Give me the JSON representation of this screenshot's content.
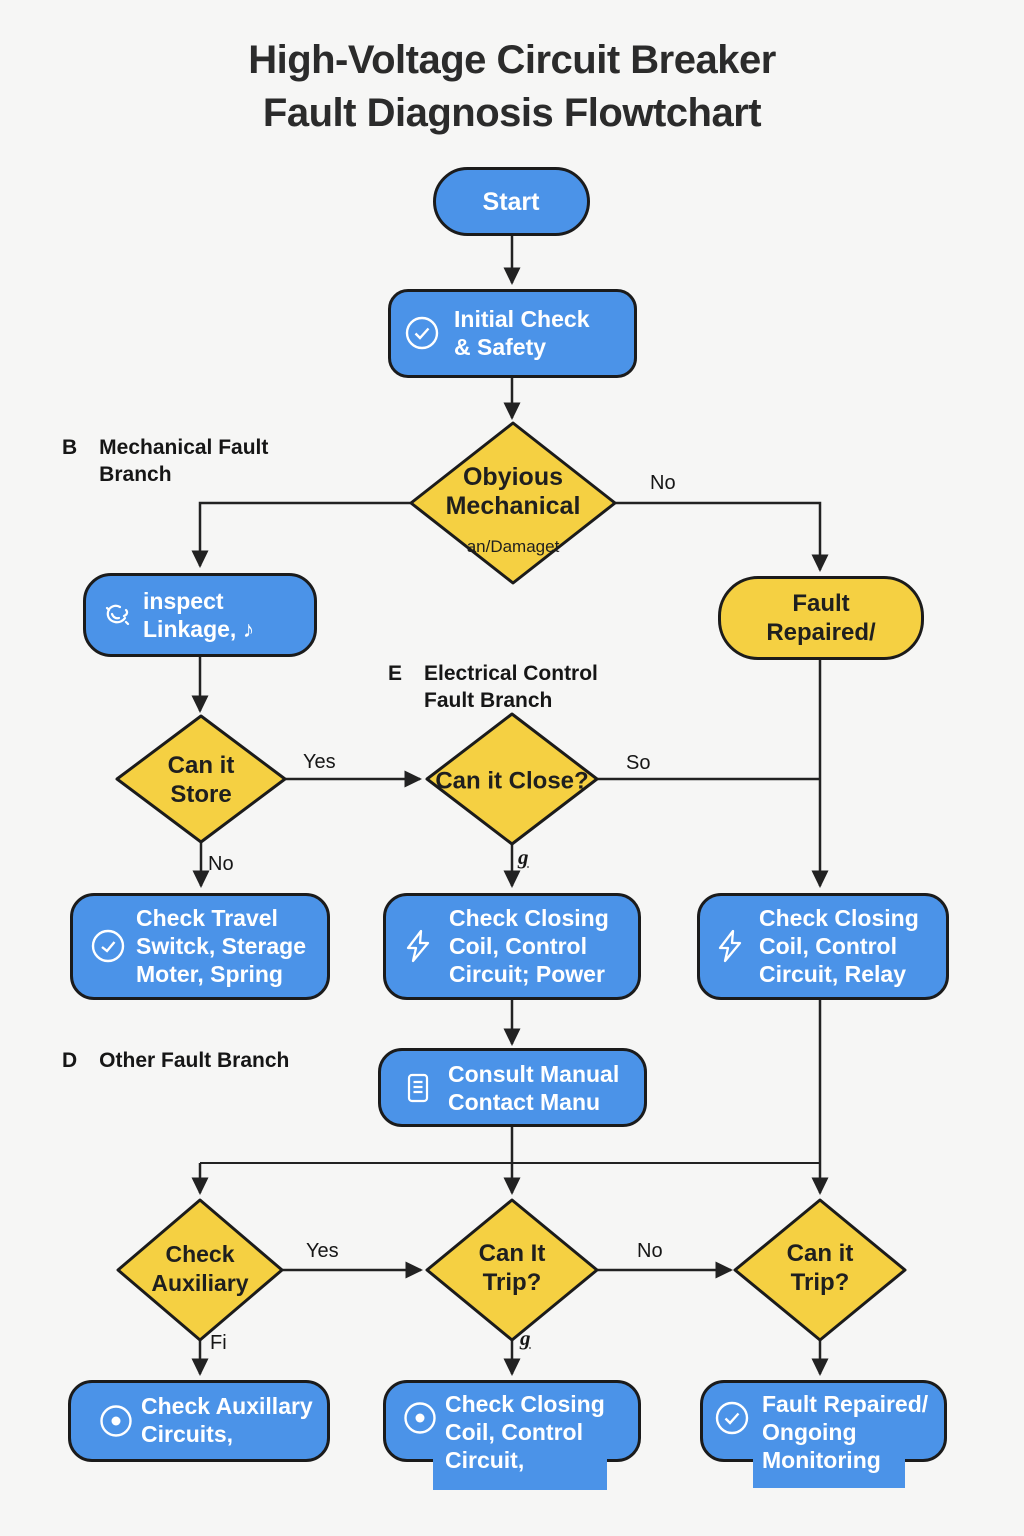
{
  "title": "High-Voltage Circuit Breaker\nFault Diagnosis Flowtchart",
  "colors": {
    "node_blue": "#4b93e8",
    "node_yellow": "#f5d042",
    "border_dark": "#1b1b1b",
    "background": "#f6f6f5",
    "text_light": "#ffffff",
    "text_dark": "#1f1f1f"
  },
  "sections": {
    "b": {
      "key": "B",
      "label": "Mechanical Fault\nBranch"
    },
    "e": {
      "key": "E",
      "label": "Electrical Control\nFault Branch"
    },
    "d": {
      "key": "D",
      "label": "Other Fault Branch"
    }
  },
  "nodes": {
    "start": {
      "label": "Start"
    },
    "initial_check": {
      "label": "Initial Check\n& Safety",
      "icon": "check-circle-icon"
    },
    "obvious_mechanical": {
      "label": "Obyious\nMechanical",
      "sub": "an/Damaget"
    },
    "inspect_linkage": {
      "label": "inspect\nLinkage, ♪",
      "icon": "linkage-scribble-icon"
    },
    "fault_repaired": {
      "label": "Fault\nRepaired/"
    },
    "can_it_store": {
      "label": "Can it\nStore"
    },
    "can_it_close": {
      "label": "Can it Close?"
    },
    "check_travel": {
      "label": "Check Travel\nSwitck, Sterage\nMoter, Spring",
      "icon": "check-circle-icon"
    },
    "check_closing_power": {
      "label": "Check Closing\nCoil, Control\nCircuit; Power",
      "icon": "lightning-bolt-icon"
    },
    "check_closing_relay": {
      "label": "Check Closing\nCoil, Control\nCircuit, Relay",
      "icon": "lightning-bolt-icon"
    },
    "consult_manual": {
      "label": "Consult Manual\nContact Manu",
      "icon": "document-icon"
    },
    "check_auxiliary": {
      "label": "Check\nAuxiliary"
    },
    "can_it_trip_mid": {
      "label": "Can It\nTrip?"
    },
    "can_it_trip_right": {
      "label": "Can it\nTrip?"
    },
    "check_auxillary_circuits": {
      "label": "Check Auxillary\nCircuits,",
      "icon": "circle-dot-icon"
    },
    "check_closing_bottom": {
      "label": "Check Closing\nCoil, Control\nCircuit,",
      "icon": "circle-dot-icon"
    },
    "fault_repaired_ongoing": {
      "label": "Fault Repaired/\nOngoing\nMonitoring",
      "icon": "check-circle-icon"
    }
  },
  "edges": {
    "no_mechanical": "No",
    "yes_store": "Yes",
    "so_close": "So",
    "no_store": "No",
    "g_close": "g",
    "yes_aux": "Yes",
    "no_trip": "No",
    "fi_aux": "Fi",
    "g_trip": "g"
  }
}
